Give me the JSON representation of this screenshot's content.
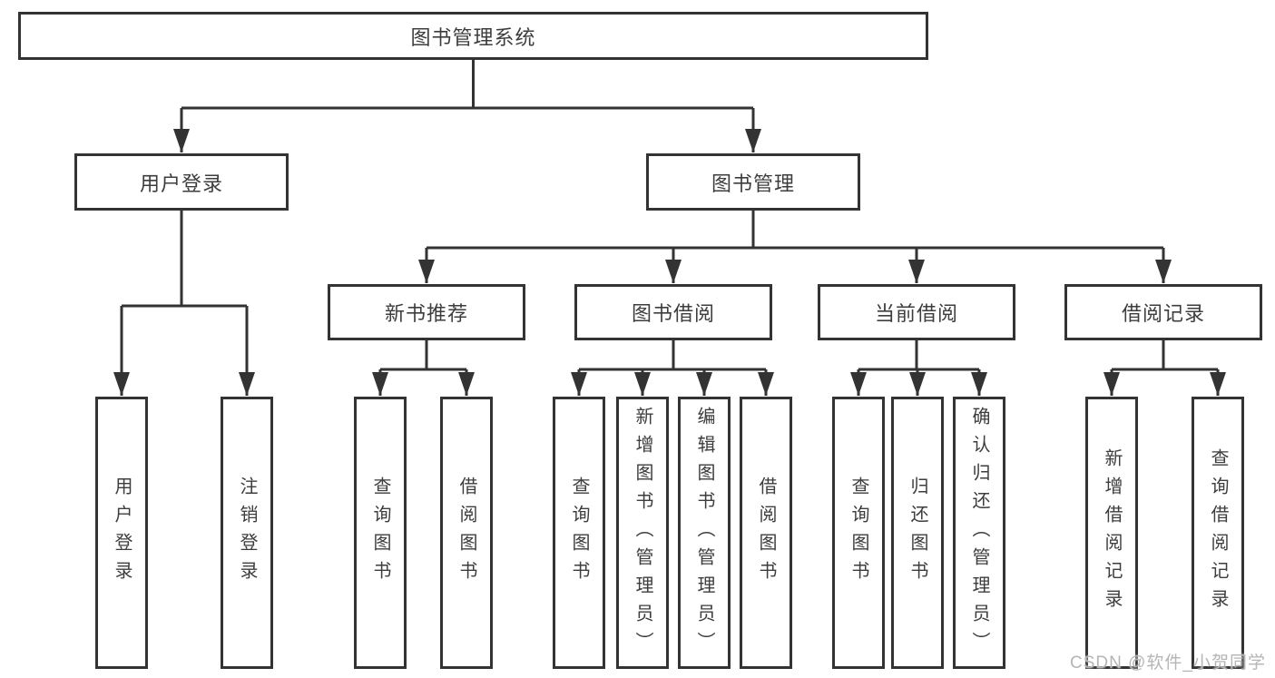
{
  "diagram": {
    "root_label": "图书管理系统",
    "branches": [
      {
        "label": "用户登录",
        "leaves": [
          {
            "label": "用户登录"
          },
          {
            "label": "注销登录"
          }
        ]
      },
      {
        "label": "图书管理",
        "groups": [
          {
            "label": "新书推荐",
            "leaves": [
              {
                "label": "查询图书"
              },
              {
                "label": "借阅图书"
              }
            ]
          },
          {
            "label": "图书借阅",
            "leaves": [
              {
                "label": "查询图书"
              },
              {
                "label": "新增图书（管理员）"
              },
              {
                "label": "编辑图书（管理员）"
              },
              {
                "label": "借阅图书"
              }
            ]
          },
          {
            "label": "当前借阅",
            "leaves": [
              {
                "label": "查询图书"
              },
              {
                "label": "归还图书"
              },
              {
                "label": "确认归还（管理员）"
              }
            ]
          },
          {
            "label": "借阅记录",
            "leaves": [
              {
                "label": "新增借阅记录"
              },
              {
                "label": "查询借阅记录"
              }
            ]
          }
        ]
      }
    ]
  },
  "watermark": {
    "text": "CSDN @软件_小贺同学"
  },
  "colors": {
    "line": "#333333",
    "text": "#3d3d3d",
    "background": "#ffffff",
    "watermark": "#b5b5b5"
  }
}
